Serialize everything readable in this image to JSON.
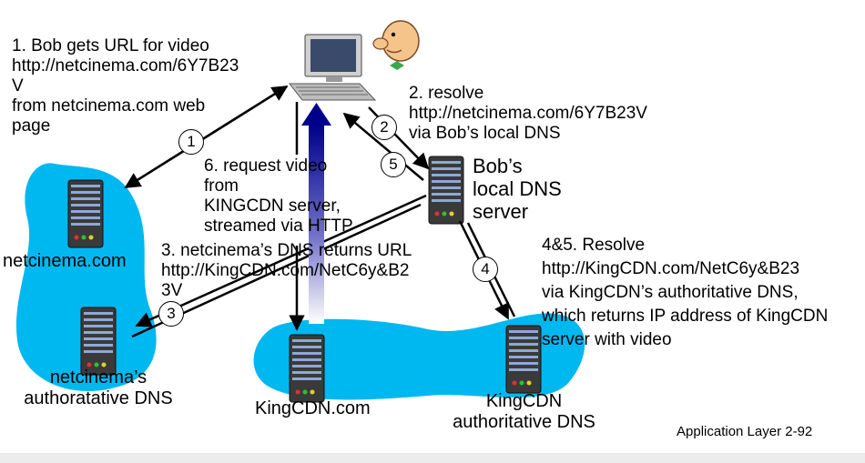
{
  "labels": {
    "step1": [
      "1. Bob gets URL for video",
      "http://netcinema.com/6Y7B23",
      "V",
      "from netcinema.com web",
      "page"
    ],
    "step2": [
      "2. resolve",
      "http://netcinema.com/6Y7B23V",
      "via Bob’s local DNS"
    ],
    "step3": [
      "3. netcinema’s DNS returns URL",
      "http://KingCDN.com/NetC6y&B2",
      "3V"
    ],
    "step45": [
      "4&5. Resolve",
      "http://KingCDN.com/NetC6y&B23",
      "via KingCDN’s authoritative DNS,",
      "which returns IP address of KingCDN",
      "server  with video"
    ],
    "step6": [
      "6. request video",
      "from",
      "KINGCDN server,",
      "streamed via HTTP"
    ]
  },
  "nodes": {
    "netcinema": "netcinema.com",
    "netcinema_dns": [
      "netcinema’s",
      "authoratative DNS"
    ],
    "bob_dns": [
      "Bob’s",
      "local DNS",
      "server"
    ],
    "kingcdn": "KingCDN.com",
    "kingcdn_dns": [
      "KingCDN",
      "authoritative DNS"
    ]
  },
  "circles": {
    "c1": "1",
    "c2": "2",
    "c3": "3",
    "c4": "4",
    "c5": "5"
  },
  "footer": "Application Layer 2-92",
  "colors": {
    "cloud": "#00b8f0",
    "arrow_blue": "#00008b"
  }
}
